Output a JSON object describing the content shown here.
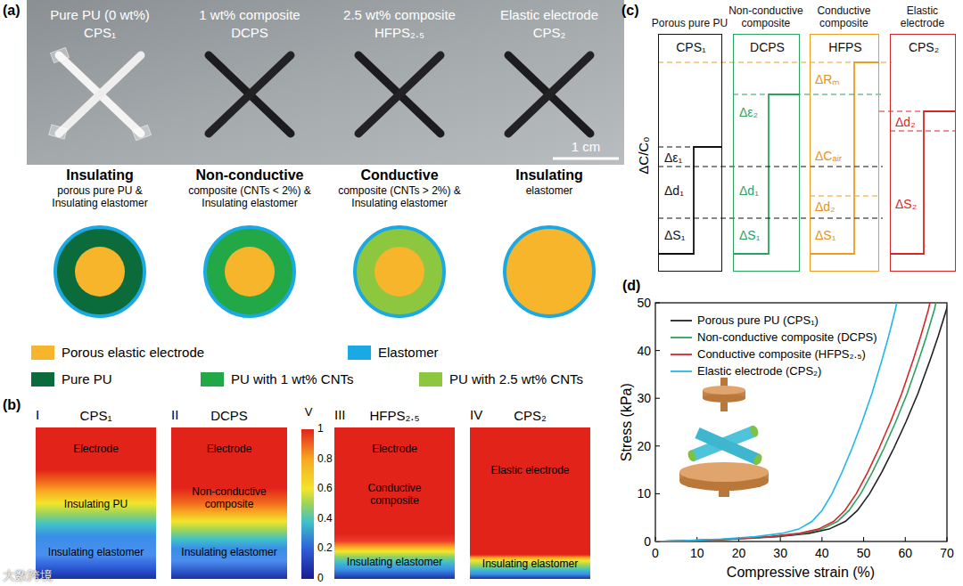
{
  "diagram": {
    "nodes": [
      {
        "text": [
          "I",
          "CPS₁",
          "Electrode",
          "Insulating PU",
          "Insulating elastomer"
        ]
      },
      {
        "text": [
          "II",
          "DCPS",
          "Electrode",
          "Non-conductive composite",
          "Insulating elastomer"
        ]
      },
      {
        "text": [
          "III",
          "HFPS₂.₅",
          "Electrode",
          "Conductive composite",
          "Insulating elastomer"
        ]
      },
      {
        "text": [
          "IV",
          "CPS₂",
          "Elastic electrode",
          "Insulating elastomer"
        ]
      },
      {
        "text": [
          "Porous pure PU",
          "CPS₁",
          "Δε₁",
          "Δd₁",
          "ΔS₁"
        ]
      },
      {
        "text": [
          "Non-conductive composite",
          "DCPS",
          "Δε₂",
          "Δd₁",
          "ΔS₁"
        ]
      },
      {
        "text": [
          "Conductive composite",
          "HFPS",
          "ΔRₘ",
          "ΔCₐᵢᵣ",
          "Δd₂",
          "ΔS₁"
        ]
      },
      {
        "text": [
          "Elastic electrode",
          "CPS₂",
          "Δd₂",
          "ΔS₂"
        ]
      }
    ],
    "labels": [
      "(a)",
      "Pure PU (0 wt%)",
      "CPS₁",
      "1 wt% composite",
      "DCPS",
      "2.5 wt% composite",
      "HFPS₂.₅",
      "Elastic electrode",
      "CPS₂",
      "1 cm",
      "Insulating",
      "porous pure PU & Insulating elastomer",
      "Non-conductive",
      "composite (CNTs < 2%) & Insulating elastomer",
      "Conductive",
      "composite (CNTs > 2%) & Insulating elastomer",
      "Insulating",
      "elastomer",
      "(b)",
      "V",
      "1",
      "0.8",
      "0.6",
      "0.4",
      "0.2",
      "0",
      "(c)",
      "ΔC/C₀",
      "(d)",
      "Stress (kPa)",
      "Compressive strain (%)",
      "0",
      "10",
      "20",
      "30",
      "40",
      "50",
      "60",
      "70",
      "0",
      "10",
      "20",
      "30",
      "40",
      "50",
      "大数跨境"
    ],
    "legend": [
      {
        "text": "Porous elastic electrode",
        "color": "#f7b52c"
      },
      {
        "text": "Elastomer",
        "color": "#1ba9e6"
      },
      {
        "text": "Pure PU",
        "color": "#0b6b3a"
      },
      {
        "text": "PU with 1 wt% CNTs",
        "color": "#22a846"
      },
      {
        "text": "PU with 2.5 wt% CNTs",
        "color": "#8dc63f"
      },
      {
        "text": "Porous pure PU (CPS₁)"
      },
      {
        "text": "Non-conductive composite (DCPS)"
      },
      {
        "text": "Conductive composite (HFPS₂.₅)"
      },
      {
        "text": "Elastic electrode (CPS₂)"
      }
    ]
  }
}
